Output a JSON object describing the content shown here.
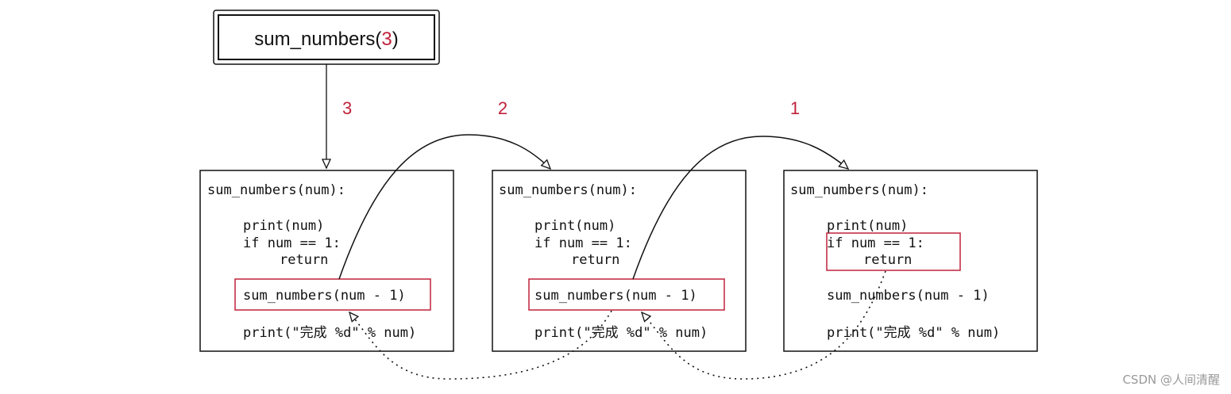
{
  "colors": {
    "accent": "#c0223b",
    "line": "#111111",
    "watermark": "#9a9a9a"
  },
  "entry": {
    "func": "sum_numbers(",
    "arg": "3",
    "close": ")"
  },
  "step_labels": [
    "3",
    "2",
    "1"
  ],
  "frames": [
    {
      "lines": [
        "sum_numbers(num):",
        "print(num)",
        "if num == 1:",
        "return",
        "sum_numbers(num - 1)",
        "print(\"完成 %d\" % num)"
      ],
      "highlight": "recursive-call"
    },
    {
      "lines": [
        "sum_numbers(num):",
        "print(num)",
        "if num == 1:",
        "return",
        "sum_numbers(num - 1)",
        "print(\"完成 %d\" % num)"
      ],
      "highlight": "recursive-call"
    },
    {
      "lines": [
        "sum_numbers(num):",
        "print(num)",
        "if num == 1:",
        "return",
        "sum_numbers(num - 1)",
        "print(\"完成 %d\" % num)"
      ],
      "highlight": "base-case"
    }
  ],
  "watermark": "CSDN @人间清醒"
}
